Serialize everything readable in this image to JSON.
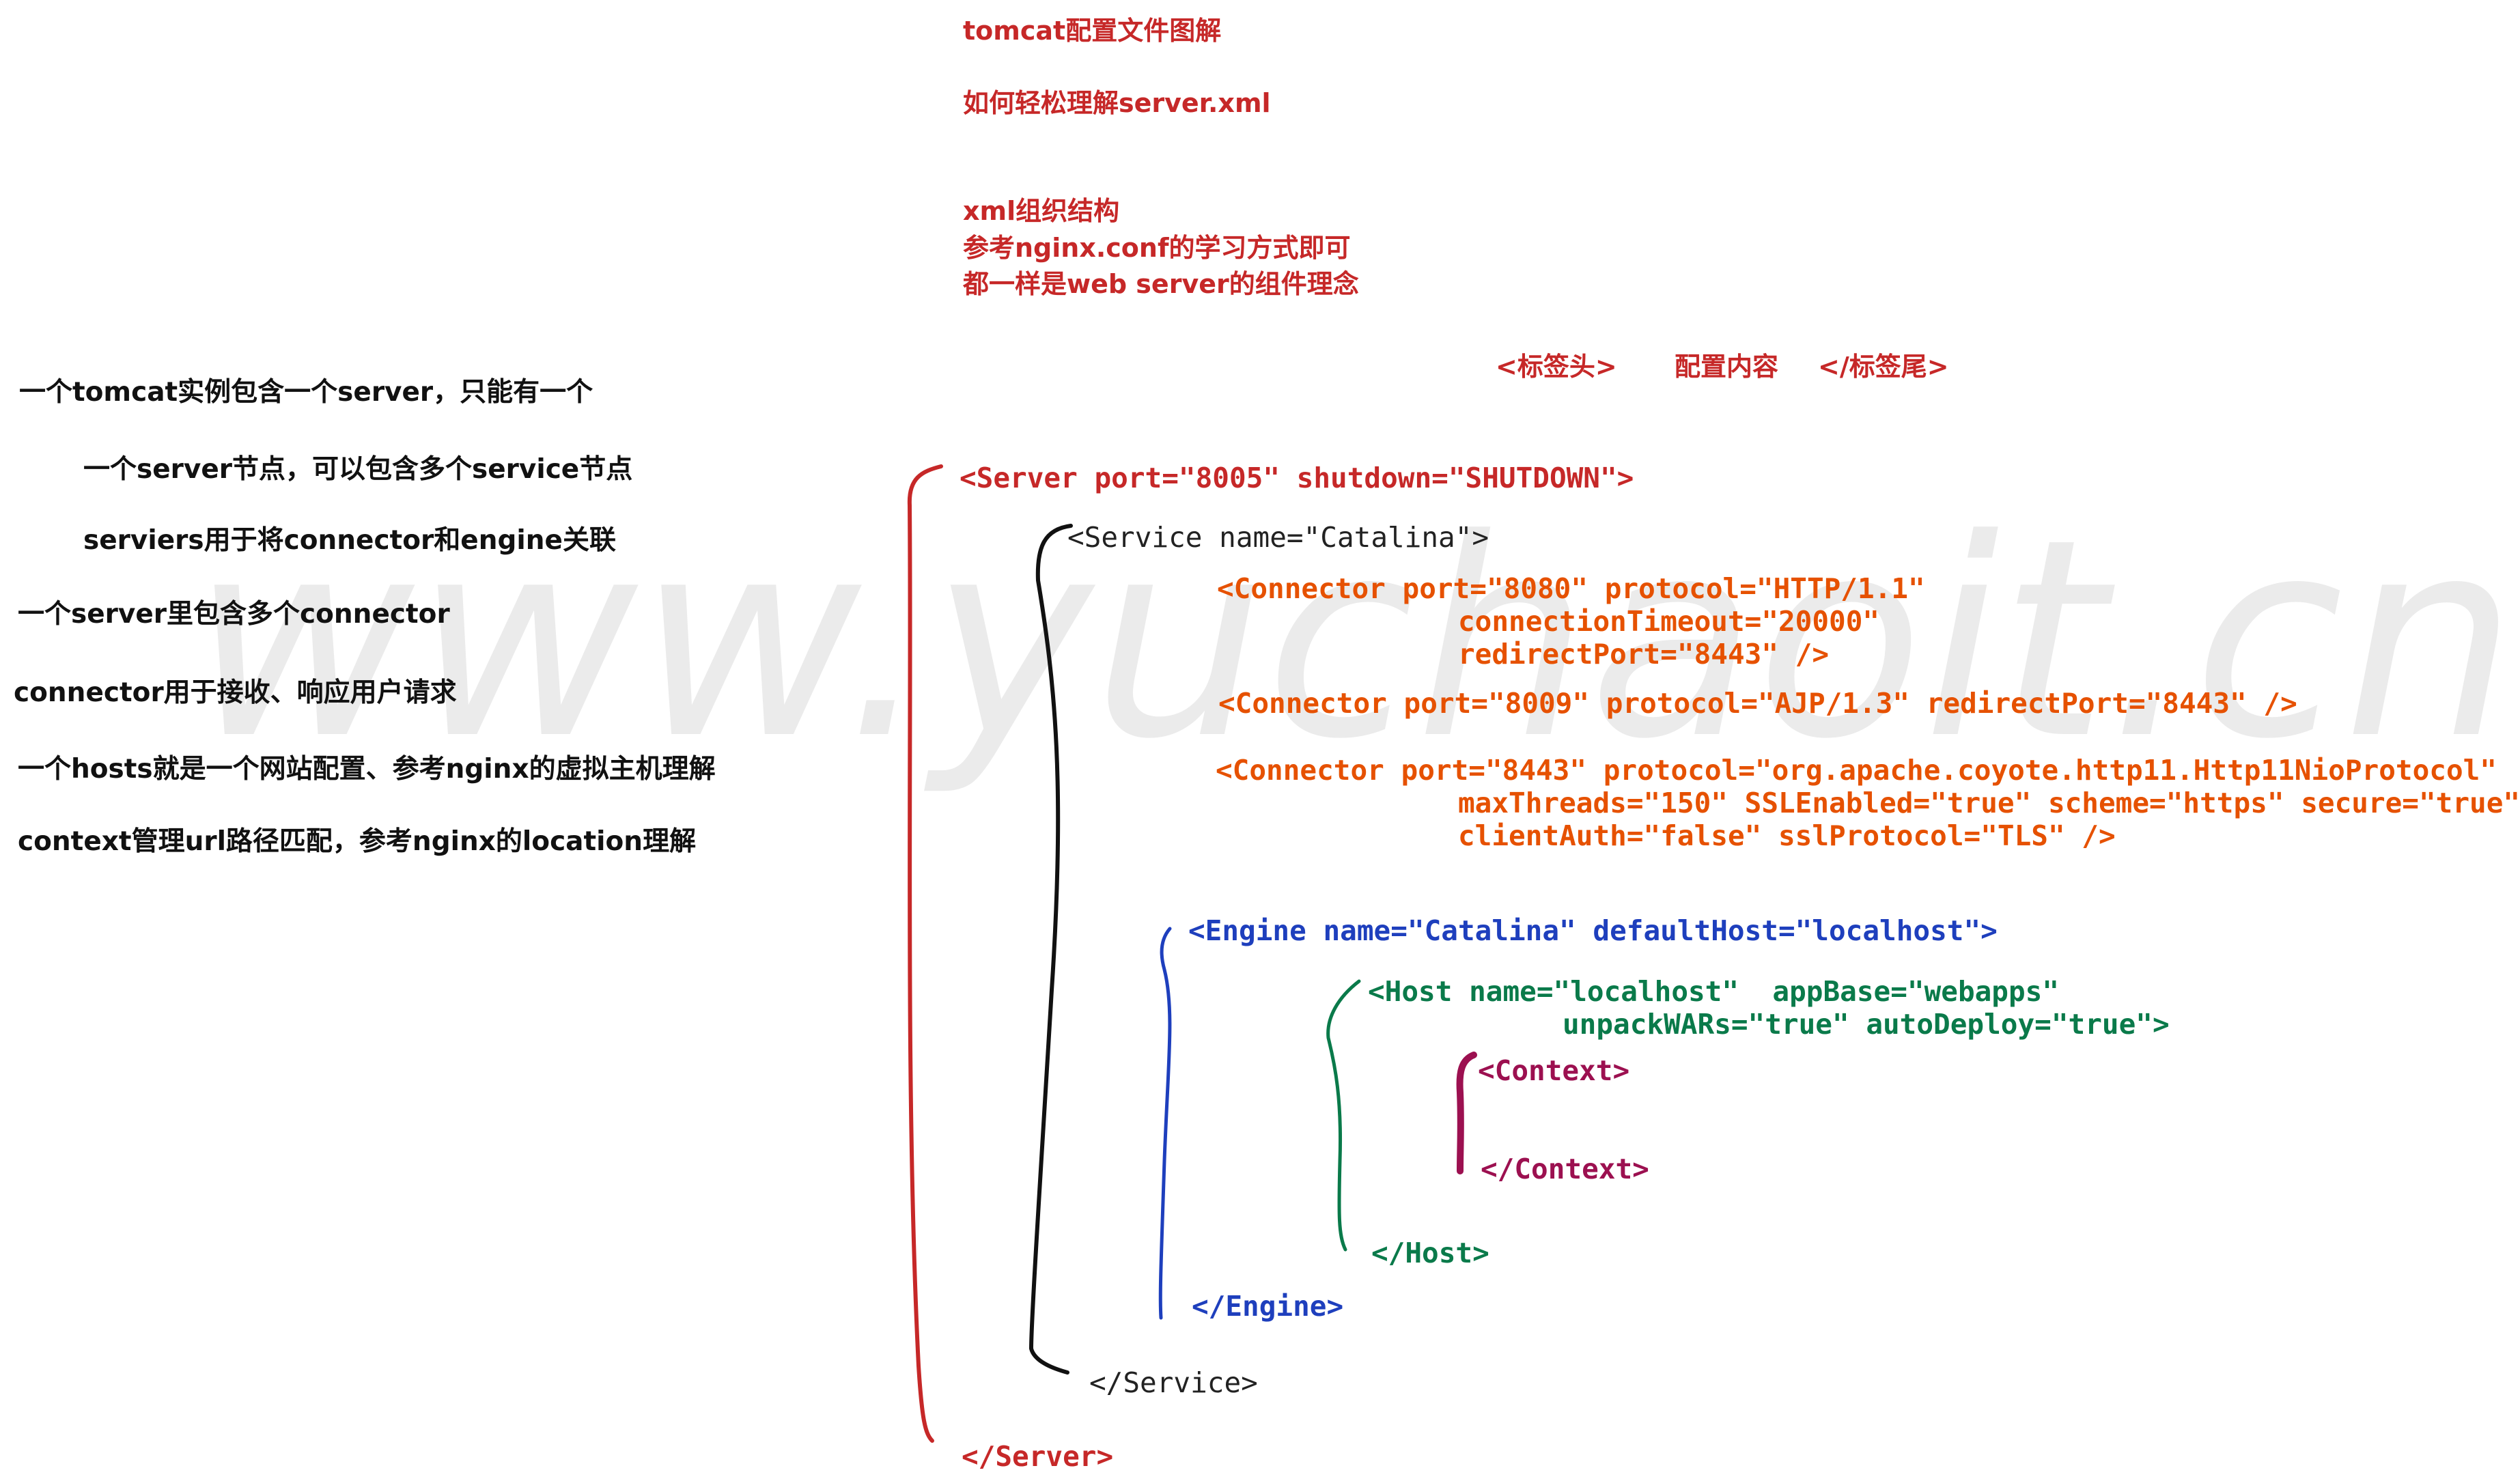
{
  "header": {
    "line1": "tomcat配置文件图解",
    "line2": "如何轻松理解server.xml",
    "line3": "xml组织结构",
    "line4": "参考nginx.conf的学习方式即可",
    "line5": "都一样是web server的组件理念"
  },
  "legend": {
    "tag_head": "<标签头>",
    "content": "配置内容",
    "tag_tail": "</标签尾>"
  },
  "notes": [
    "一个tomcat实例包含一个server，只能有一个",
    "一个server节点，可以包含多个service节点",
    "serviers用于将connector和engine关联",
    "一个server里包含多个connector",
    "connector用于接收、响应用户请求",
    "一个hosts就是一个网站配置、参考nginx的虚拟主机理解",
    "context管理url路径匹配，参考nginx的location理解"
  ],
  "code": {
    "server_open": "<Server port=\"8005\" shutdown=\"SHUTDOWN\">",
    "service_open": "<Service name=\"Catalina\">",
    "conn1_l1": "<Connector port=\"8080\" protocol=\"HTTP/1.1\"",
    "conn1_l2": "connectionTimeout=\"20000\"",
    "conn1_l3": "redirectPort=\"8443\" />",
    "conn2": "<Connector port=\"8009\" protocol=\"AJP/1.3\" redirectPort=\"8443\" />",
    "conn3_l1": "<Connector port=\"8443\" protocol=\"org.apache.coyote.http11.Http11NioProtocol\"",
    "conn3_l2": "maxThreads=\"150\" SSLEnabled=\"true\" scheme=\"https\" secure=\"true\"",
    "conn3_l3": "clientAuth=\"false\" sslProtocol=\"TLS\" />",
    "engine_open": "<Engine name=\"Catalina\" defaultHost=\"localhost\">",
    "host_l1": "<Host name=\"localhost\"  appBase=\"webapps\"",
    "host_l2": "unpackWARs=\"true\" autoDeploy=\"true\">",
    "context_open": "<Context>",
    "context_close": "</Context>",
    "host_close": "</Host>",
    "engine_close": "</Engine>",
    "service_close": "</Service>",
    "server_close": "</Server>"
  },
  "watermark": "www.yuchaoit.cn",
  "colors": {
    "server": "#c62828",
    "service": "#111111",
    "connector": "#e65100",
    "engine": "#1e3fbd",
    "host": "#0a7a4a",
    "context": "#9c1050",
    "watermark": "#e6e6e6"
  }
}
